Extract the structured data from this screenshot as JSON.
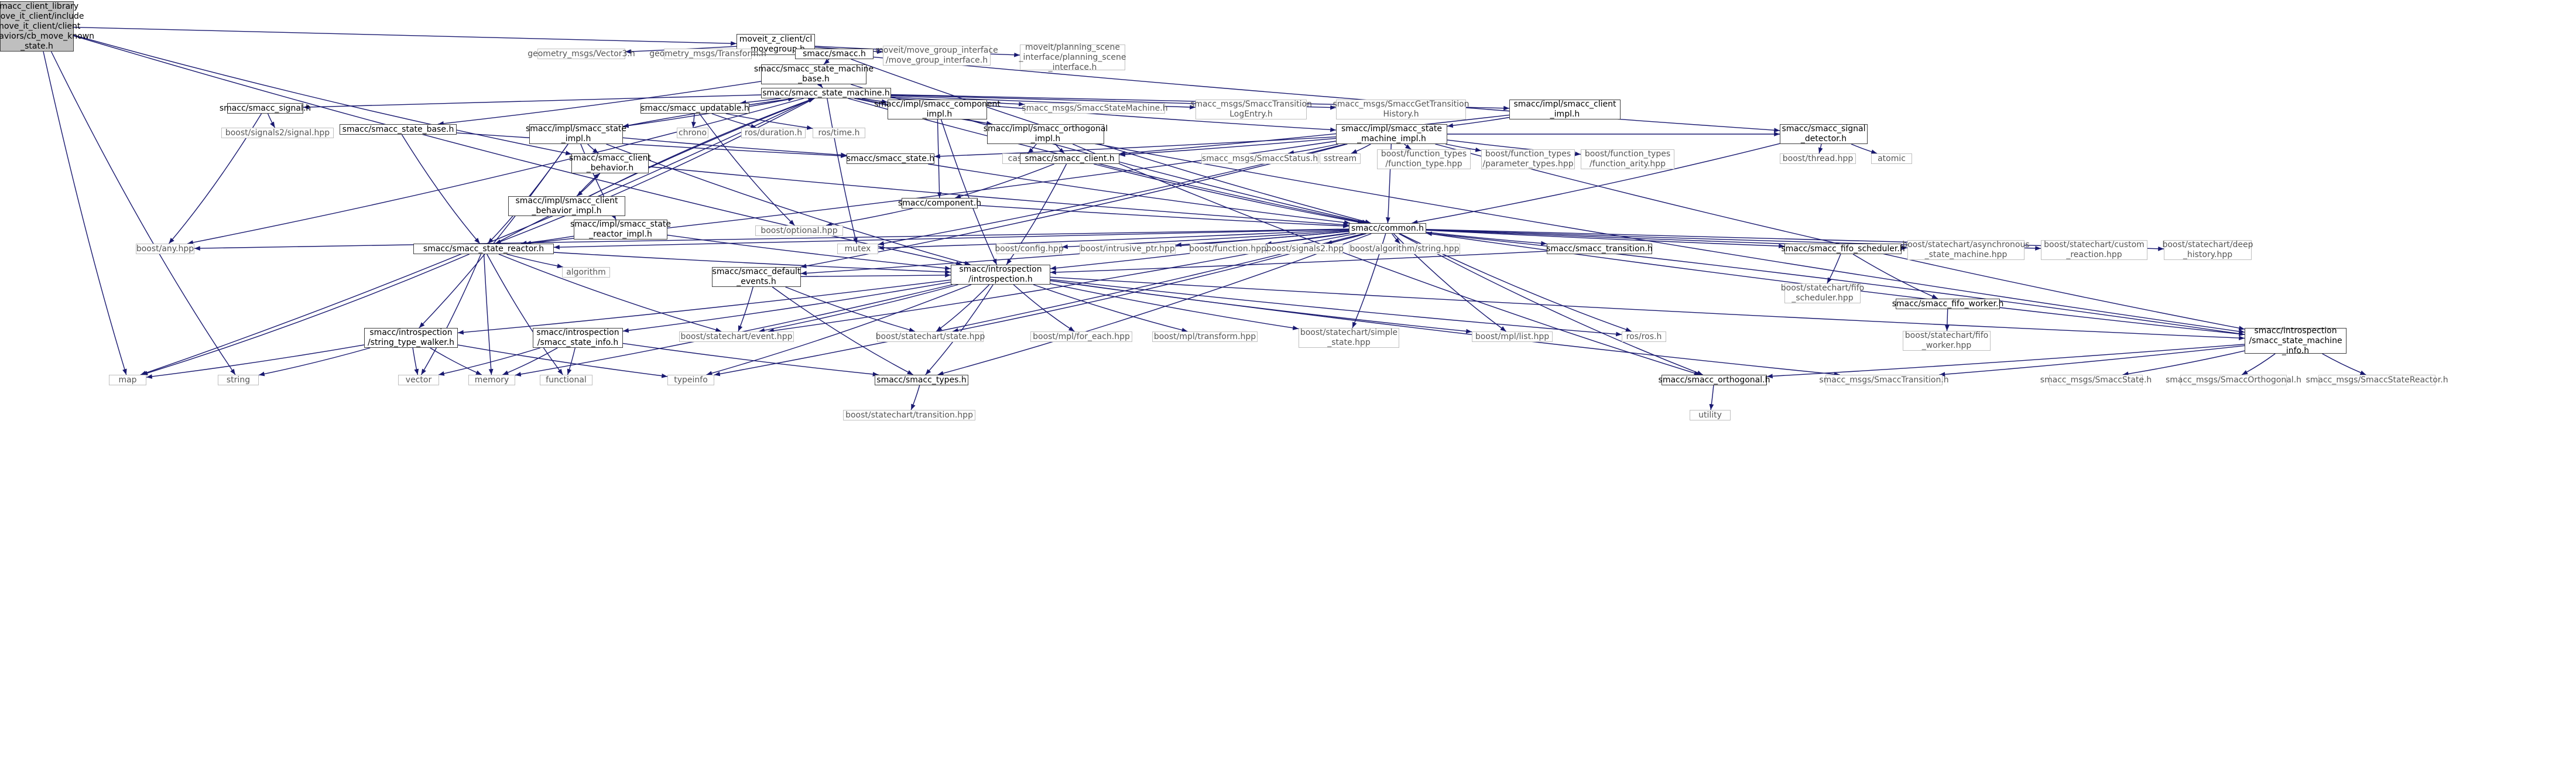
{
  "graph": {
    "colors": {
      "edge": "#191970",
      "box_border": "#404040",
      "ext_border": "#bfbfbf",
      "root_fill": "#bfbfbf"
    },
    "nodes": [
      {
        "id": "root",
        "label": "smacc_client_library\n/move_it_client/include\n/move_it_client/client\n_behaviors/cb_move_known\n_state.h",
        "style": "root"
      },
      {
        "id": "mg",
        "label": "moveit_z_client/cl\n_movegroup.h",
        "style": "boxed"
      },
      {
        "id": "gv",
        "label": "geometry_msgs/Vector3.h",
        "style": "ext"
      },
      {
        "id": "gt",
        "label": "geometry_msgs/Transform.h",
        "style": "ext"
      },
      {
        "id": "smacch",
        "label": "smacc/smacc.h",
        "style": "boxed"
      },
      {
        "id": "mgi",
        "label": "moveit/move_group_interface\n/move_group_interface.h",
        "style": "ext"
      },
      {
        "id": "psi",
        "label": "moveit/planning_scene\n_interface/planning_scene\n_interface.h",
        "style": "ext"
      },
      {
        "id": "smb",
        "label": "smacc/smacc_state_machine\n_base.h",
        "style": "boxed"
      },
      {
        "id": "sm",
        "label": "smacc/smacc_state_machine.h",
        "style": "boxed"
      },
      {
        "id": "sig",
        "label": "smacc/smacc_signal.h",
        "style": "boxed"
      },
      {
        "id": "upd",
        "label": "smacc/smacc_updatable.h",
        "style": "boxed"
      },
      {
        "id": "compimpl",
        "label": "smacc/impl/smacc_component\n_impl.h",
        "style": "boxed"
      },
      {
        "id": "smmsg",
        "label": "smacc_msgs/SmaccStateMachine.h",
        "style": "ext"
      },
      {
        "id": "tlog",
        "label": "smacc_msgs/SmaccTransition\nLogEntry.h",
        "style": "ext"
      },
      {
        "id": "tget",
        "label": "smacc_msgs/SmaccGetTransition\nHistory.h",
        "style": "ext"
      },
      {
        "id": "climpl",
        "label": "smacc/impl/smacc_client\n_impl.h",
        "style": "boxed"
      },
      {
        "id": "bsig",
        "label": "boost/signals2/signal.hpp",
        "style": "ext"
      },
      {
        "id": "chrono",
        "label": "chrono",
        "style": "ext"
      },
      {
        "id": "rosdur",
        "label": "ros/duration.h",
        "style": "ext"
      },
      {
        "id": "rostime",
        "label": "ros/time.h",
        "style": "ext"
      },
      {
        "id": "ssb",
        "label": "smacc/smacc_state_base.h",
        "style": "boxed"
      },
      {
        "id": "ssimpl",
        "label": "smacc/impl/smacc_state\n_impl.h",
        "style": "boxed"
      },
      {
        "id": "orthimpl",
        "label": "smacc/impl/smacc_orthogonal\n_impl.h",
        "style": "boxed"
      },
      {
        "id": "smimpl",
        "label": "smacc/impl/smacc_state\n_machine_impl.h",
        "style": "boxed"
      },
      {
        "id": "sigdet",
        "label": "smacc/smacc_signal\n_detector.h",
        "style": "boxed"
      },
      {
        "id": "cb",
        "label": "smacc/smacc_client\n_behavior.h",
        "style": "boxed"
      },
      {
        "id": "cassert",
        "label": "cassert",
        "style": "ext"
      },
      {
        "id": "state",
        "label": "smacc/smacc_state.h",
        "style": "boxed"
      },
      {
        "id": "client",
        "label": "smacc/smacc_client.h",
        "style": "boxed"
      },
      {
        "id": "status",
        "label": "smacc_msgs/SmaccStatus.h",
        "style": "ext"
      },
      {
        "id": "sstream",
        "label": "sstream",
        "style": "ext"
      },
      {
        "id": "fttype",
        "label": "boost/function_types\n/function_type.hpp",
        "style": "ext"
      },
      {
        "id": "ftparam",
        "label": "boost/function_types\n/parameter_types.hpp",
        "style": "ext"
      },
      {
        "id": "ftarity",
        "label": "boost/function_types\n/function_arity.hpp",
        "style": "ext"
      },
      {
        "id": "bthread",
        "label": "boost/thread.hpp",
        "style": "ext"
      },
      {
        "id": "atomic",
        "label": "atomic",
        "style": "ext"
      },
      {
        "id": "cbimpl",
        "label": "smacc/impl/smacc_client\n_behavior_impl.h",
        "style": "boxed"
      },
      {
        "id": "component",
        "label": "smacc/component.h",
        "style": "boxed"
      },
      {
        "id": "boptional",
        "label": "boost/optional.hpp",
        "style": "ext"
      },
      {
        "id": "srimpl",
        "label": "smacc/impl/smacc_state\n_reactor_impl.h",
        "style": "boxed"
      },
      {
        "id": "common",
        "label": "smacc/common.h",
        "style": "boxed"
      },
      {
        "id": "banyhpp",
        "label": "boost/any.hpp",
        "style": "ext"
      },
      {
        "id": "sr",
        "label": "smacc/smacc_state_reactor.h",
        "style": "boxed"
      },
      {
        "id": "mutex",
        "label": "mutex",
        "style": "ext"
      },
      {
        "id": "bconfig",
        "label": "boost/config.hpp",
        "style": "ext"
      },
      {
        "id": "bintr",
        "label": "boost/intrusive_ptr.hpp",
        "style": "ext"
      },
      {
        "id": "bfunc",
        "label": "boost/function.hpp",
        "style": "ext"
      },
      {
        "id": "bsig2",
        "label": "boost/signals2.hpp",
        "style": "ext"
      },
      {
        "id": "balgo",
        "label": "boost/algorithm/string.hpp",
        "style": "ext"
      },
      {
        "id": "trans",
        "label": "smacc/smacc_transition.h",
        "style": "boxed"
      },
      {
        "id": "fifo",
        "label": "smacc/smacc_fifo_scheduler.h",
        "style": "boxed"
      },
      {
        "id": "async",
        "label": "boost/statechart/asynchronous\n_state_machine.hpp",
        "style": "ext"
      },
      {
        "id": "creact",
        "label": "boost/statechart/custom\n_reaction.hpp",
        "style": "ext"
      },
      {
        "id": "dhist",
        "label": "boost/statechart/deep\n_history.hpp",
        "style": "ext"
      },
      {
        "id": "algorithm",
        "label": "algorithm",
        "style": "ext"
      },
      {
        "id": "defev",
        "label": "smacc/smacc_default\n_events.h",
        "style": "boxed"
      },
      {
        "id": "intro",
        "label": "smacc/introspection\n/introspection.h",
        "style": "boxed"
      },
      {
        "id": "fifosched",
        "label": "boost/statechart/fifo\n_scheduler.hpp",
        "style": "ext"
      },
      {
        "id": "fifow",
        "label": "smacc/smacc_fifo_worker.h",
        "style": "boxed"
      },
      {
        "id": "fifowhpp",
        "label": "boost/statechart/fifo\n_worker.hpp",
        "style": "ext"
      },
      {
        "id": "stw",
        "label": "smacc/introspection\n/string_type_walker.h",
        "style": "boxed"
      },
      {
        "id": "ssinfo",
        "label": "smacc/introspection\n/smacc_state_info.h",
        "style": "boxed"
      },
      {
        "id": "bevent",
        "label": "boost/statechart/event.hpp",
        "style": "ext"
      },
      {
        "id": "bstate",
        "label": "boost/statechart/state.hpp",
        "style": "ext"
      },
      {
        "id": "mplfor",
        "label": "boost/mpl/for_each.hpp",
        "style": "ext"
      },
      {
        "id": "mpltr",
        "label": "boost/mpl/transform.hpp",
        "style": "ext"
      },
      {
        "id": "simple",
        "label": "boost/statechart/simple\n_state.hpp",
        "style": "ext"
      },
      {
        "id": "mpllist",
        "label": "boost/mpl/list.hpp",
        "style": "ext"
      },
      {
        "id": "rosros",
        "label": "ros/ros.h",
        "style": "ext"
      },
      {
        "id": "sminfo",
        "label": "smacc/introspection\n/smacc_state_machine\n_info.h",
        "style": "boxed"
      },
      {
        "id": "map",
        "label": "map",
        "style": "ext"
      },
      {
        "id": "string",
        "label": "string",
        "style": "ext"
      },
      {
        "id": "vector",
        "label": "vector",
        "style": "ext"
      },
      {
        "id": "memory",
        "label": "memory",
        "style": "ext"
      },
      {
        "id": "functional",
        "label": "functional",
        "style": "ext"
      },
      {
        "id": "typeinfo",
        "label": "typeinfo",
        "style": "ext"
      },
      {
        "id": "types",
        "label": "smacc/smacc_types.h",
        "style": "boxed"
      },
      {
        "id": "orth",
        "label": "smacc/smacc_orthogonal.h",
        "style": "boxed"
      },
      {
        "id": "smtrans",
        "label": "smacc_msgs/SmaccTransition.h",
        "style": "ext"
      },
      {
        "id": "smstate",
        "label": "smacc_msgs/SmaccState.h",
        "style": "ext"
      },
      {
        "id": "smorth",
        "label": "smacc_msgs/SmaccOrthogonal.h",
        "style": "ext"
      },
      {
        "id": "smsr",
        "label": "smacc_msgs/SmaccStateReactor.h",
        "style": "ext"
      },
      {
        "id": "btrans",
        "label": "boost/statechart/transition.hpp",
        "style": "ext"
      },
      {
        "id": "utility",
        "label": "utility",
        "style": "ext"
      }
    ],
    "edges": [
      [
        "root",
        "mg"
      ],
      [
        "root",
        "map"
      ],
      [
        "root",
        "string"
      ],
      [
        "root",
        "cb"
      ],
      [
        "root",
        "intro"
      ],
      [
        "mg",
        "gv"
      ],
      [
        "mg",
        "gt"
      ],
      [
        "mg",
        "smacch"
      ],
      [
        "mg",
        "mgi"
      ],
      [
        "mg",
        "psi"
      ],
      [
        "smacch",
        "smb"
      ],
      [
        "smacch",
        "sigdet"
      ],
      [
        "smacch",
        "common"
      ],
      [
        "smb",
        "sm"
      ],
      [
        "smb",
        "ssb"
      ],
      [
        "smb",
        "common"
      ],
      [
        "sm",
        "sig"
      ],
      [
        "sm",
        "upd"
      ],
      [
        "sm",
        "compimpl"
      ],
      [
        "sm",
        "smmsg"
      ],
      [
        "sm",
        "tlog"
      ],
      [
        "sm",
        "tget"
      ],
      [
        "sm",
        "climpl"
      ],
      [
        "sm",
        "smimpl"
      ],
      [
        "sm",
        "sminfo"
      ],
      [
        "sm",
        "ssimpl"
      ],
      [
        "sm",
        "orthimpl"
      ],
      [
        "sm",
        "map"
      ],
      [
        "sm",
        "banyhpp"
      ],
      [
        "sm",
        "mutex"
      ],
      [
        "sm",
        "common"
      ],
      [
        "sm",
        "sr"
      ],
      [
        "sig",
        "bsig"
      ],
      [
        "sig",
        "banyhpp"
      ],
      [
        "upd",
        "chrono"
      ],
      [
        "upd",
        "rosdur"
      ],
      [
        "upd",
        "rostime"
      ],
      [
        "upd",
        "boptional"
      ],
      [
        "compimpl",
        "component"
      ],
      [
        "compimpl",
        "intro"
      ],
      [
        "climpl",
        "client"
      ],
      [
        "climpl",
        "smimpl"
      ],
      [
        "ssb",
        "state"
      ],
      [
        "ssb",
        "sr"
      ],
      [
        "ssimpl",
        "cb"
      ],
      [
        "ssimpl",
        "state"
      ],
      [
        "ssimpl",
        "srimpl"
      ],
      [
        "ssimpl",
        "sr"
      ],
      [
        "ssimpl",
        "stw"
      ],
      [
        "ssimpl",
        "intro"
      ],
      [
        "ssimpl",
        "sm"
      ],
      [
        "orthimpl",
        "client"
      ],
      [
        "orthimpl",
        "cassert"
      ],
      [
        "orthimpl",
        "orth"
      ],
      [
        "smimpl",
        "client"
      ],
      [
        "smimpl",
        "state"
      ],
      [
        "smimpl",
        "status"
      ],
      [
        "smimpl",
        "sstream"
      ],
      [
        "smimpl",
        "fttype"
      ],
      [
        "smimpl",
        "ftparam"
      ],
      [
        "smimpl",
        "ftarity"
      ],
      [
        "smimpl",
        "sigdet"
      ],
      [
        "smimpl",
        "sminfo"
      ],
      [
        "smimpl",
        "common"
      ],
      [
        "smimpl",
        "sr"
      ],
      [
        "smimpl",
        "mutex"
      ],
      [
        "smimpl",
        "defev"
      ],
      [
        "sigdet",
        "bthread"
      ],
      [
        "sigdet",
        "atomic"
      ],
      [
        "sigdet",
        "common"
      ],
      [
        "cb",
        "cbimpl"
      ],
      [
        "cb",
        "common"
      ],
      [
        "cbimpl",
        "cb"
      ],
      [
        "cbimpl",
        "sm"
      ],
      [
        "state",
        "common"
      ],
      [
        "client",
        "component"
      ],
      [
        "client",
        "common"
      ],
      [
        "client",
        "intro"
      ],
      [
        "component",
        "boptional"
      ],
      [
        "component",
        "common"
      ],
      [
        "srimpl",
        "sr"
      ],
      [
        "srimpl",
        "intro"
      ],
      [
        "common",
        "banyhpp"
      ],
      [
        "common",
        "sr"
      ],
      [
        "common",
        "mutex"
      ],
      [
        "common",
        "bconfig"
      ],
      [
        "common",
        "bintr"
      ],
      [
        "common",
        "bfunc"
      ],
      [
        "common",
        "bsig2"
      ],
      [
        "common",
        "balgo"
      ],
      [
        "common",
        "trans"
      ],
      [
        "common",
        "fifo"
      ],
      [
        "common",
        "async"
      ],
      [
        "common",
        "creact"
      ],
      [
        "common",
        "dhist"
      ],
      [
        "common",
        "defev"
      ],
      [
        "common",
        "intro"
      ],
      [
        "common",
        "bevent"
      ],
      [
        "common",
        "bstate"
      ],
      [
        "common",
        "simple"
      ],
      [
        "common",
        "mpllist"
      ],
      [
        "common",
        "rosros"
      ],
      [
        "common",
        "typeinfo"
      ],
      [
        "common",
        "types"
      ],
      [
        "common",
        "orth"
      ],
      [
        "common",
        "sminfo"
      ],
      [
        "sr",
        "algorithm"
      ],
      [
        "sr",
        "intro"
      ],
      [
        "sr",
        "map"
      ],
      [
        "sr",
        "vector"
      ],
      [
        "sr",
        "memory"
      ],
      [
        "sr",
        "functional"
      ],
      [
        "sr",
        "bevent"
      ],
      [
        "sr",
        "sm"
      ],
      [
        "trans",
        "intro"
      ],
      [
        "fifo",
        "fifosched"
      ],
      [
        "fifo",
        "fifow"
      ],
      [
        "fifow",
        "fifowhpp"
      ],
      [
        "defev",
        "bevent"
      ],
      [
        "defev",
        "bstate"
      ],
      [
        "defev",
        "types"
      ],
      [
        "defev",
        "intro"
      ],
      [
        "intro",
        "stw"
      ],
      [
        "intro",
        "ssinfo"
      ],
      [
        "intro",
        "bevent"
      ],
      [
        "intro",
        "bstate"
      ],
      [
        "intro",
        "mplfor"
      ],
      [
        "intro",
        "mpltr"
      ],
      [
        "intro",
        "simple"
      ],
      [
        "intro",
        "mpllist"
      ],
      [
        "intro",
        "rosros"
      ],
      [
        "intro",
        "sminfo"
      ],
      [
        "intro",
        "typeinfo"
      ],
      [
        "intro",
        "types"
      ],
      [
        "intro",
        "smtrans"
      ],
      [
        "intro",
        "memory"
      ],
      [
        "stw",
        "map"
      ],
      [
        "stw",
        "string"
      ],
      [
        "stw",
        "vector"
      ],
      [
        "stw",
        "memory"
      ],
      [
        "stw",
        "typeinfo"
      ],
      [
        "ssinfo",
        "memory"
      ],
      [
        "ssinfo",
        "vector"
      ],
      [
        "ssinfo",
        "functional"
      ],
      [
        "ssinfo",
        "types"
      ],
      [
        "sminfo",
        "orth"
      ],
      [
        "sminfo",
        "smtrans"
      ],
      [
        "sminfo",
        "smstate"
      ],
      [
        "sminfo",
        "smorth"
      ],
      [
        "sminfo",
        "smsr"
      ],
      [
        "sminfo",
        "common"
      ],
      [
        "types",
        "btrans"
      ],
      [
        "orth",
        "utility"
      ]
    ]
  }
}
